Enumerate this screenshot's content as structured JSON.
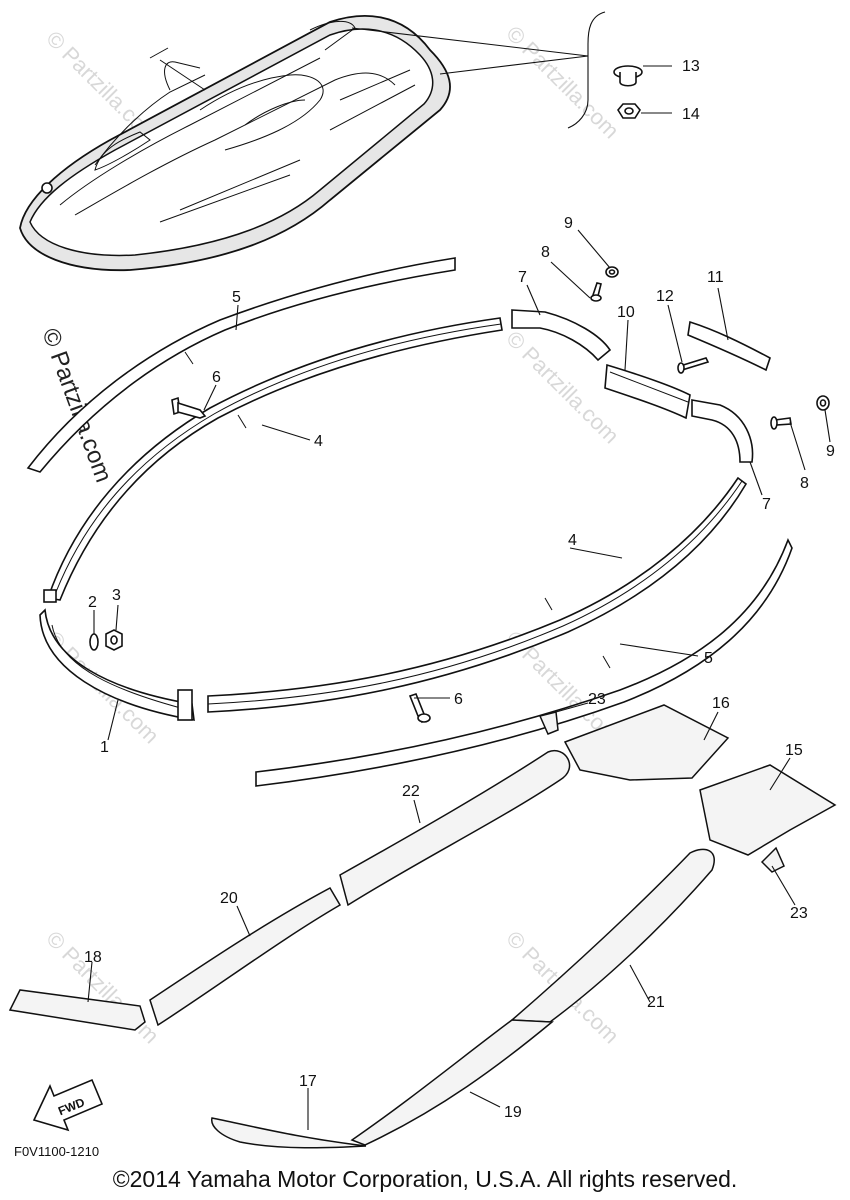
{
  "diagram": {
    "code": "F0V1100-1210",
    "copyright": "©2014 Yamaha Motor Corporation, U.S.A. All rights reserved.",
    "watermark": "© Partzilla.com",
    "fwd_label": "FWD"
  },
  "callouts": {
    "c1": "1",
    "c2": "2",
    "c3": "3",
    "c4a": "4",
    "c4b": "4",
    "c5a": "5",
    "c5b": "5",
    "c6a": "6",
    "c6b": "6",
    "c7a": "7",
    "c7b": "7",
    "c8a": "8",
    "c8b": "8",
    "c9a": "9",
    "c9b": "9",
    "c10": "10",
    "c11": "11",
    "c12": "12",
    "c13": "13",
    "c14": "14",
    "c15": "15",
    "c16": "16",
    "c17": "17",
    "c18": "18",
    "c19": "19",
    "c20": "20",
    "c21": "21",
    "c22": "22",
    "c23a": "23",
    "c23b": "23"
  }
}
